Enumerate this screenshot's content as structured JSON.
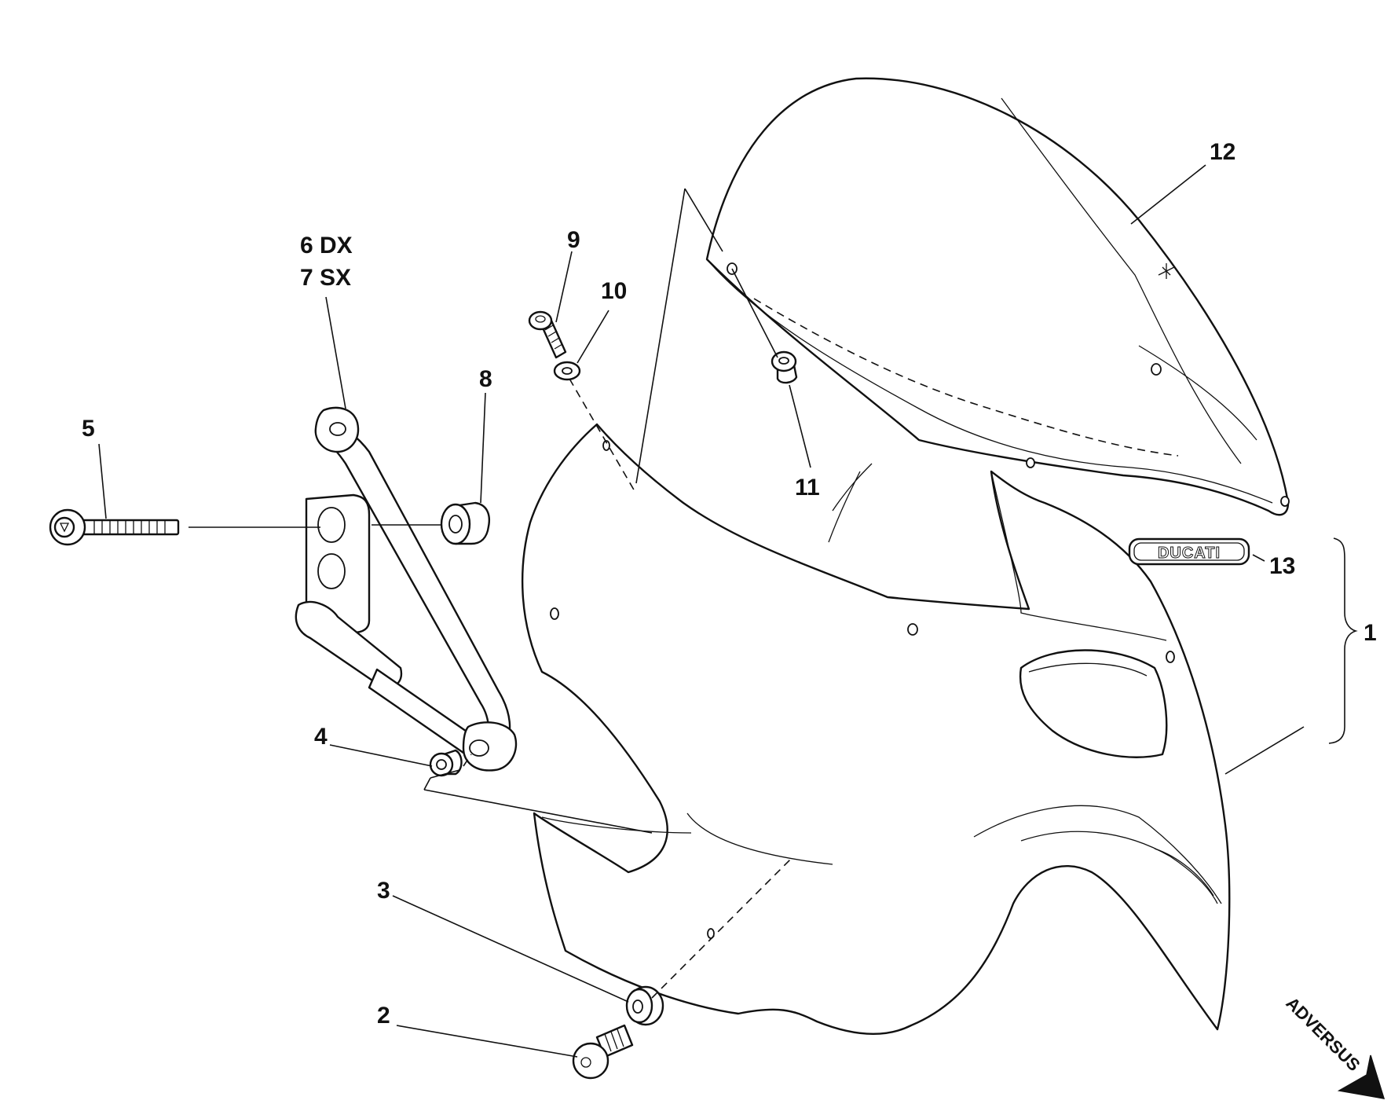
{
  "labels": {
    "l1": "1",
    "l2": "2",
    "l3": "3",
    "l4": "4",
    "l5": "5",
    "l6": "6 DX",
    "l7": "7 SX",
    "l8": "8",
    "l9": "9",
    "l10": "10",
    "l11": "11",
    "l12": "12",
    "l13": "13"
  },
  "logo_text": "DUCATI",
  "watermark": "ADVERSUS"
}
